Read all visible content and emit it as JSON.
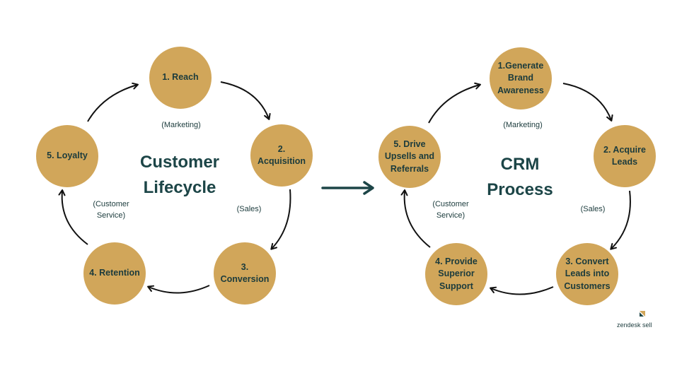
{
  "colors": {
    "node_fill": "#d1a65a",
    "text": "#1b3b3c",
    "title": "#1c4547",
    "arrow": "#111111",
    "big_arrow": "#1c4547"
  },
  "lifecycle": {
    "title": "Customer\nLifecycle",
    "nodes": [
      {
        "label": "1. Reach"
      },
      {
        "label": "2. Acquisition"
      },
      {
        "label": "3. Conversion"
      },
      {
        "label": "4. Retention"
      },
      {
        "label": "5. Loyalty"
      }
    ],
    "phases": {
      "marketing": "(Marketing)",
      "sales": "(Sales)",
      "service": "(Customer\nService)"
    }
  },
  "crm": {
    "title": "CRM\nProcess",
    "nodes": [
      {
        "label": "1.Generate\nBrand\nAwareness"
      },
      {
        "label": "2. Acquire\nLeads"
      },
      {
        "label": "3. Convert\nLeads into\nCustomers"
      },
      {
        "label": "4. Provide\nSuperior\nSupport"
      },
      {
        "label": "5. Drive\nUpsells and\nReferrals"
      }
    ],
    "phases": {
      "marketing": "(Marketing)",
      "sales": "(Sales)",
      "service": "(Customer\nService)"
    }
  },
  "brand": {
    "icon": "zendesk-mark-icon",
    "text": "zendesk sell"
  }
}
